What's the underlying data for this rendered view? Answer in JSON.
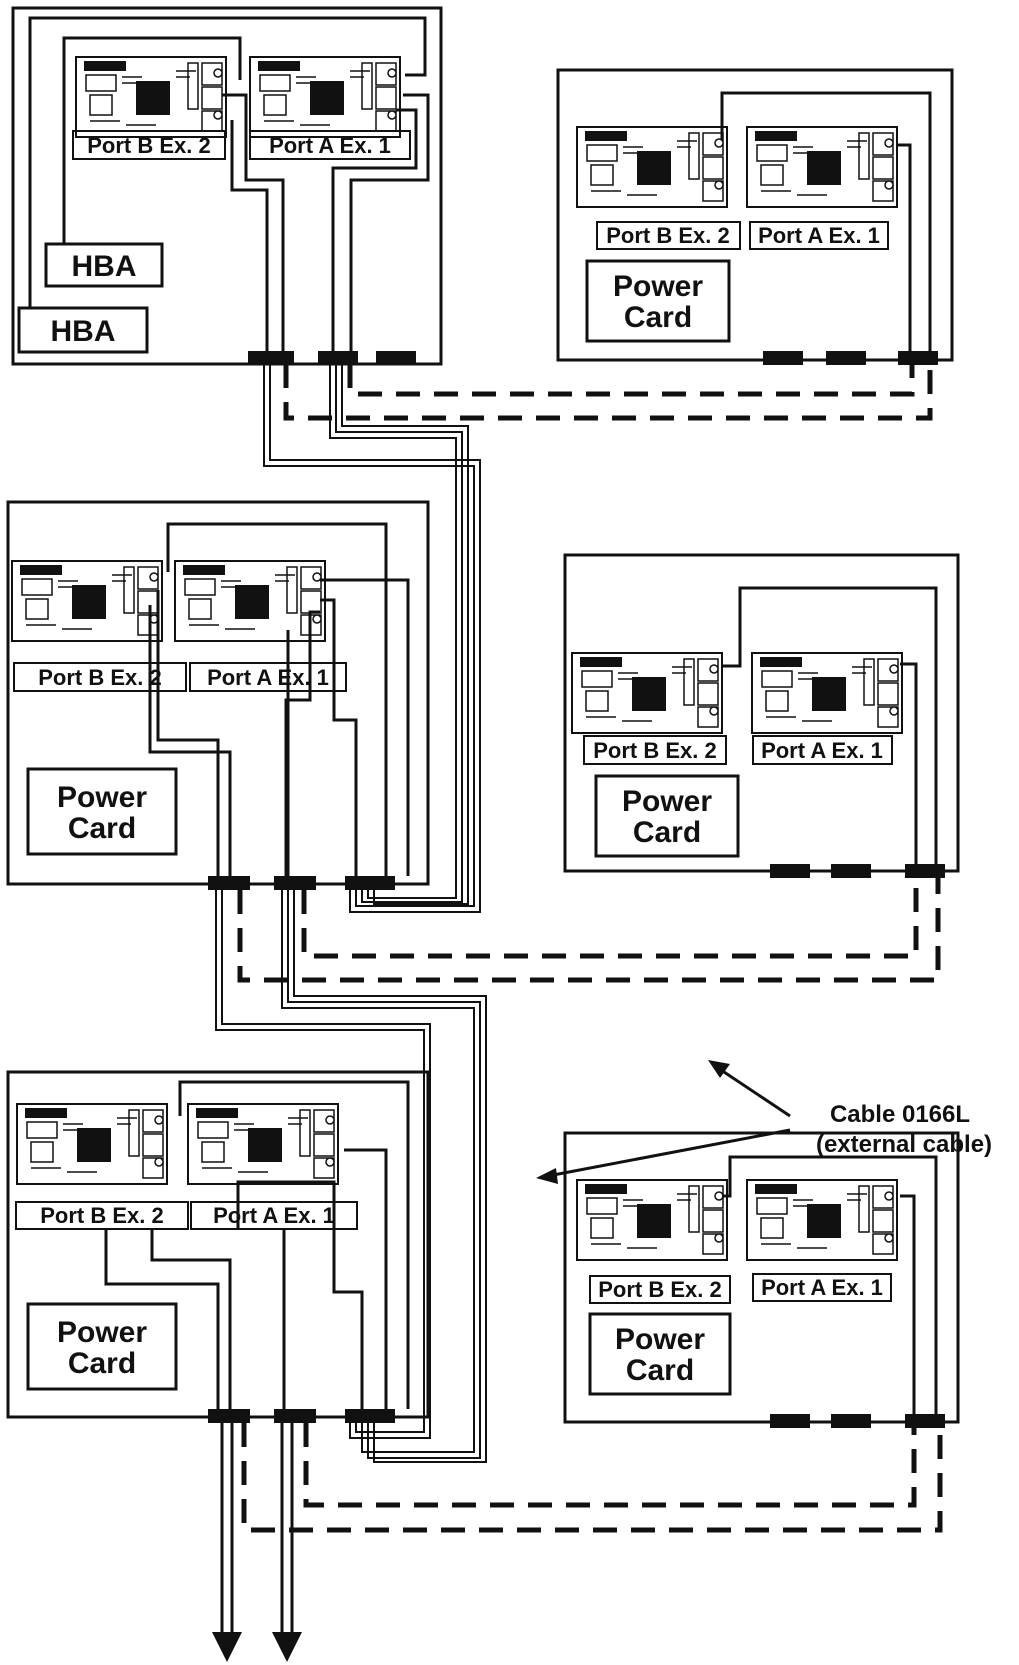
{
  "labels": {
    "port_b": "Port B Ex. 2",
    "port_a": "Port A Ex. 1",
    "power": "Power",
    "card": "Card",
    "hba": "HBA"
  },
  "callout": {
    "line1": "Cable 0166L",
    "line2": "(external cable)"
  }
}
